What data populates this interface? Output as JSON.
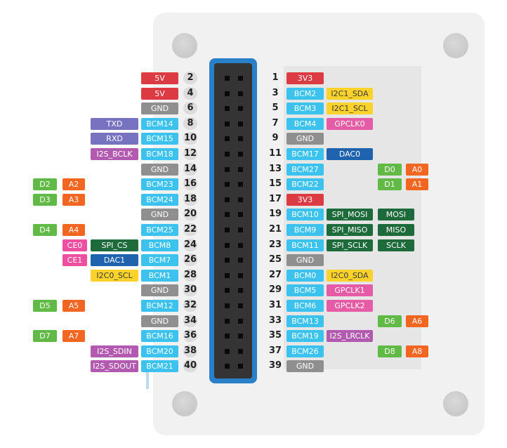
{
  "colors": {
    "power": "#dc3b43",
    "gpio": "#3bc2ee",
    "ground": "#8f8f8f",
    "uart": "#7773c1",
    "i2s": "#b25aaf",
    "i2c": "#fdd32b",
    "gpclk": "#e65ba6",
    "dac": "#1f62ae",
    "spi": "#1d6a3a",
    "digital": "#61ba45",
    "analog": "#f26621",
    "chip_enable": "#ee4fa0"
  },
  "header": {
    "left": [],
    "right": []
  },
  "pins": [
    {
      "num": "1",
      "label": "3V3",
      "type": "power"
    },
    {
      "num": "2",
      "label": "5V",
      "type": "power"
    },
    {
      "num": "3",
      "label": "BCM2",
      "type": "gpio",
      "f1": {
        "text": "I2C1_SDA",
        "type": "i2c"
      }
    },
    {
      "num": "4",
      "label": "5V",
      "type": "power"
    },
    {
      "num": "5",
      "label": "BCM3",
      "type": "gpio",
      "f1": {
        "text": "I2C1_SCL",
        "type": "i2c"
      }
    },
    {
      "num": "6",
      "label": "GND",
      "type": "ground"
    },
    {
      "num": "7",
      "label": "BCM4",
      "type": "gpio",
      "f1": {
        "text": "GPCLK0",
        "type": "gpclk"
      }
    },
    {
      "num": "8",
      "label": "BCM14",
      "type": "gpio",
      "f1": {
        "text": "TXD",
        "type": "uart"
      }
    },
    {
      "num": "9",
      "label": "GND",
      "type": "ground"
    },
    {
      "num": "10",
      "label": "BCM15",
      "type": "gpio",
      "f1": {
        "text": "RXD",
        "type": "uart"
      }
    },
    {
      "num": "11",
      "label": "BCM17",
      "type": "gpio",
      "f1": {
        "text": "DAC0",
        "type": "dac"
      }
    },
    {
      "num": "12",
      "label": "BCM18",
      "type": "gpio",
      "f1": {
        "text": "I2S_BCLK",
        "type": "i2s"
      }
    },
    {
      "num": "13",
      "label": "BCM27",
      "type": "gpio",
      "d": "D0",
      "a": "A0"
    },
    {
      "num": "14",
      "label": "GND",
      "type": "ground"
    },
    {
      "num": "15",
      "label": "BCM22",
      "type": "gpio",
      "d": "D1",
      "a": "A1"
    },
    {
      "num": "16",
      "label": "BCM23",
      "type": "gpio",
      "d": "D2",
      "a": "A2"
    },
    {
      "num": "17",
      "label": "3V3",
      "type": "power"
    },
    {
      "num": "18",
      "label": "BCM24",
      "type": "gpio",
      "d": "D3",
      "a": "A3"
    },
    {
      "num": "19",
      "label": "BCM10",
      "type": "gpio",
      "f1": {
        "text": "SPI_MOSI",
        "type": "spi"
      },
      "f2": {
        "text": "MOSI",
        "type": "spi"
      }
    },
    {
      "num": "20",
      "label": "GND",
      "type": "ground"
    },
    {
      "num": "21",
      "label": "BCM9",
      "type": "gpio",
      "f1": {
        "text": "SPI_MISO",
        "type": "spi"
      },
      "f2": {
        "text": "MISO",
        "type": "spi"
      }
    },
    {
      "num": "22",
      "label": "BCM25",
      "type": "gpio",
      "d": "D4",
      "a": "A4"
    },
    {
      "num": "23",
      "label": "BCM11",
      "type": "gpio",
      "f1": {
        "text": "SPI_SCLK",
        "type": "spi"
      },
      "f2": {
        "text": "SCLK",
        "type": "spi"
      }
    },
    {
      "num": "24",
      "label": "BCM8",
      "type": "gpio",
      "f1": {
        "text": "SPI_CS",
        "type": "spi"
      },
      "f2": {
        "text": "CE0",
        "type": "chip_enable"
      }
    },
    {
      "num": "25",
      "label": "GND",
      "type": "ground"
    },
    {
      "num": "26",
      "label": "BCM7",
      "type": "gpio",
      "f1": {
        "text": "DAC1",
        "type": "dac"
      },
      "f2": {
        "text": "CE1",
        "type": "chip_enable"
      }
    },
    {
      "num": "27",
      "label": "BCM0",
      "type": "gpio",
      "f1": {
        "text": "I2C0_SDA",
        "type": "i2c"
      }
    },
    {
      "num": "28",
      "label": "BCM1",
      "type": "gpio",
      "f1": {
        "text": "I2C0_SCL",
        "type": "i2c"
      }
    },
    {
      "num": "29",
      "label": "BCM5",
      "type": "gpio",
      "f1": {
        "text": "GPCLK1",
        "type": "gpclk"
      }
    },
    {
      "num": "30",
      "label": "GND",
      "type": "ground"
    },
    {
      "num": "31",
      "label": "BCM6",
      "type": "gpio",
      "f1": {
        "text": "GPCLK2",
        "type": "gpclk"
      }
    },
    {
      "num": "32",
      "label": "BCM12",
      "type": "gpio",
      "d": "D5",
      "a": "A5"
    },
    {
      "num": "33",
      "label": "BCM13",
      "type": "gpio",
      "d": "D6",
      "a": "A6"
    },
    {
      "num": "34",
      "label": "GND",
      "type": "ground"
    },
    {
      "num": "35",
      "label": "BCM19",
      "type": "gpio",
      "f1": {
        "text": "I2S_LRCLK",
        "type": "i2s"
      }
    },
    {
      "num": "36",
      "label": "BCM16",
      "type": "gpio",
      "d": "D7",
      "a": "A7"
    },
    {
      "num": "37",
      "label": "BCM26",
      "type": "gpio",
      "d": "D8",
      "a": "A8"
    },
    {
      "num": "38",
      "label": "BCM20",
      "type": "gpio",
      "f1": {
        "text": "I2S_SDIN",
        "type": "i2s"
      }
    },
    {
      "num": "39",
      "label": "GND",
      "type": "ground"
    },
    {
      "num": "40",
      "label": "BCM21",
      "type": "gpio",
      "f1": {
        "text": "I2S_SDOUT",
        "type": "i2s"
      }
    }
  ]
}
